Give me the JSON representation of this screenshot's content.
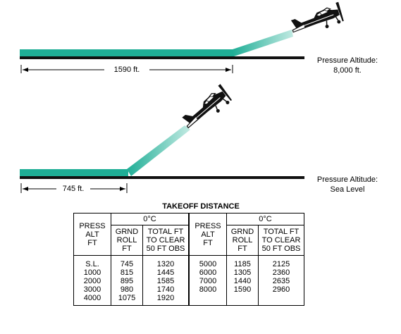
{
  "diagrams": [
    {
      "distance_label": "1590 ft.",
      "pressure_label_line1": "Pressure Altitude:",
      "pressure_label_line2": "8,000 ft."
    },
    {
      "distance_label": "745 ft.",
      "pressure_label_line1": "Pressure Altitude:",
      "pressure_label_line2": "Sea Level"
    }
  ],
  "colors": {
    "ground_roll": "#1fae96",
    "runway": "#111111",
    "airplane": "#111111"
  },
  "icons": [
    "airplane-icon"
  ],
  "table": {
    "title": "TAKEOFF DISTANCE",
    "temp_header": "0°C",
    "press_alt_header": "PRESS\nALT\nFT",
    "grnd_roll_header": "GRND\nROLL\nFT",
    "total_header": "TOTAL FT\nTO CLEAR\n50 FT OBS",
    "left": {
      "press_alt": [
        "S.L.",
        "1000",
        "2000",
        "3000",
        "4000"
      ],
      "grnd_roll": [
        "745",
        "815",
        "895",
        "980",
        "1075"
      ],
      "total": [
        "1320",
        "1445",
        "1585",
        "1740",
        "1920"
      ]
    },
    "right": {
      "press_alt": [
        "5000",
        "6000",
        "7000",
        "8000"
      ],
      "grnd_roll": [
        "1185",
        "1305",
        "1440",
        "1590"
      ],
      "total": [
        "2125",
        "2360",
        "2635",
        "2960"
      ]
    }
  }
}
